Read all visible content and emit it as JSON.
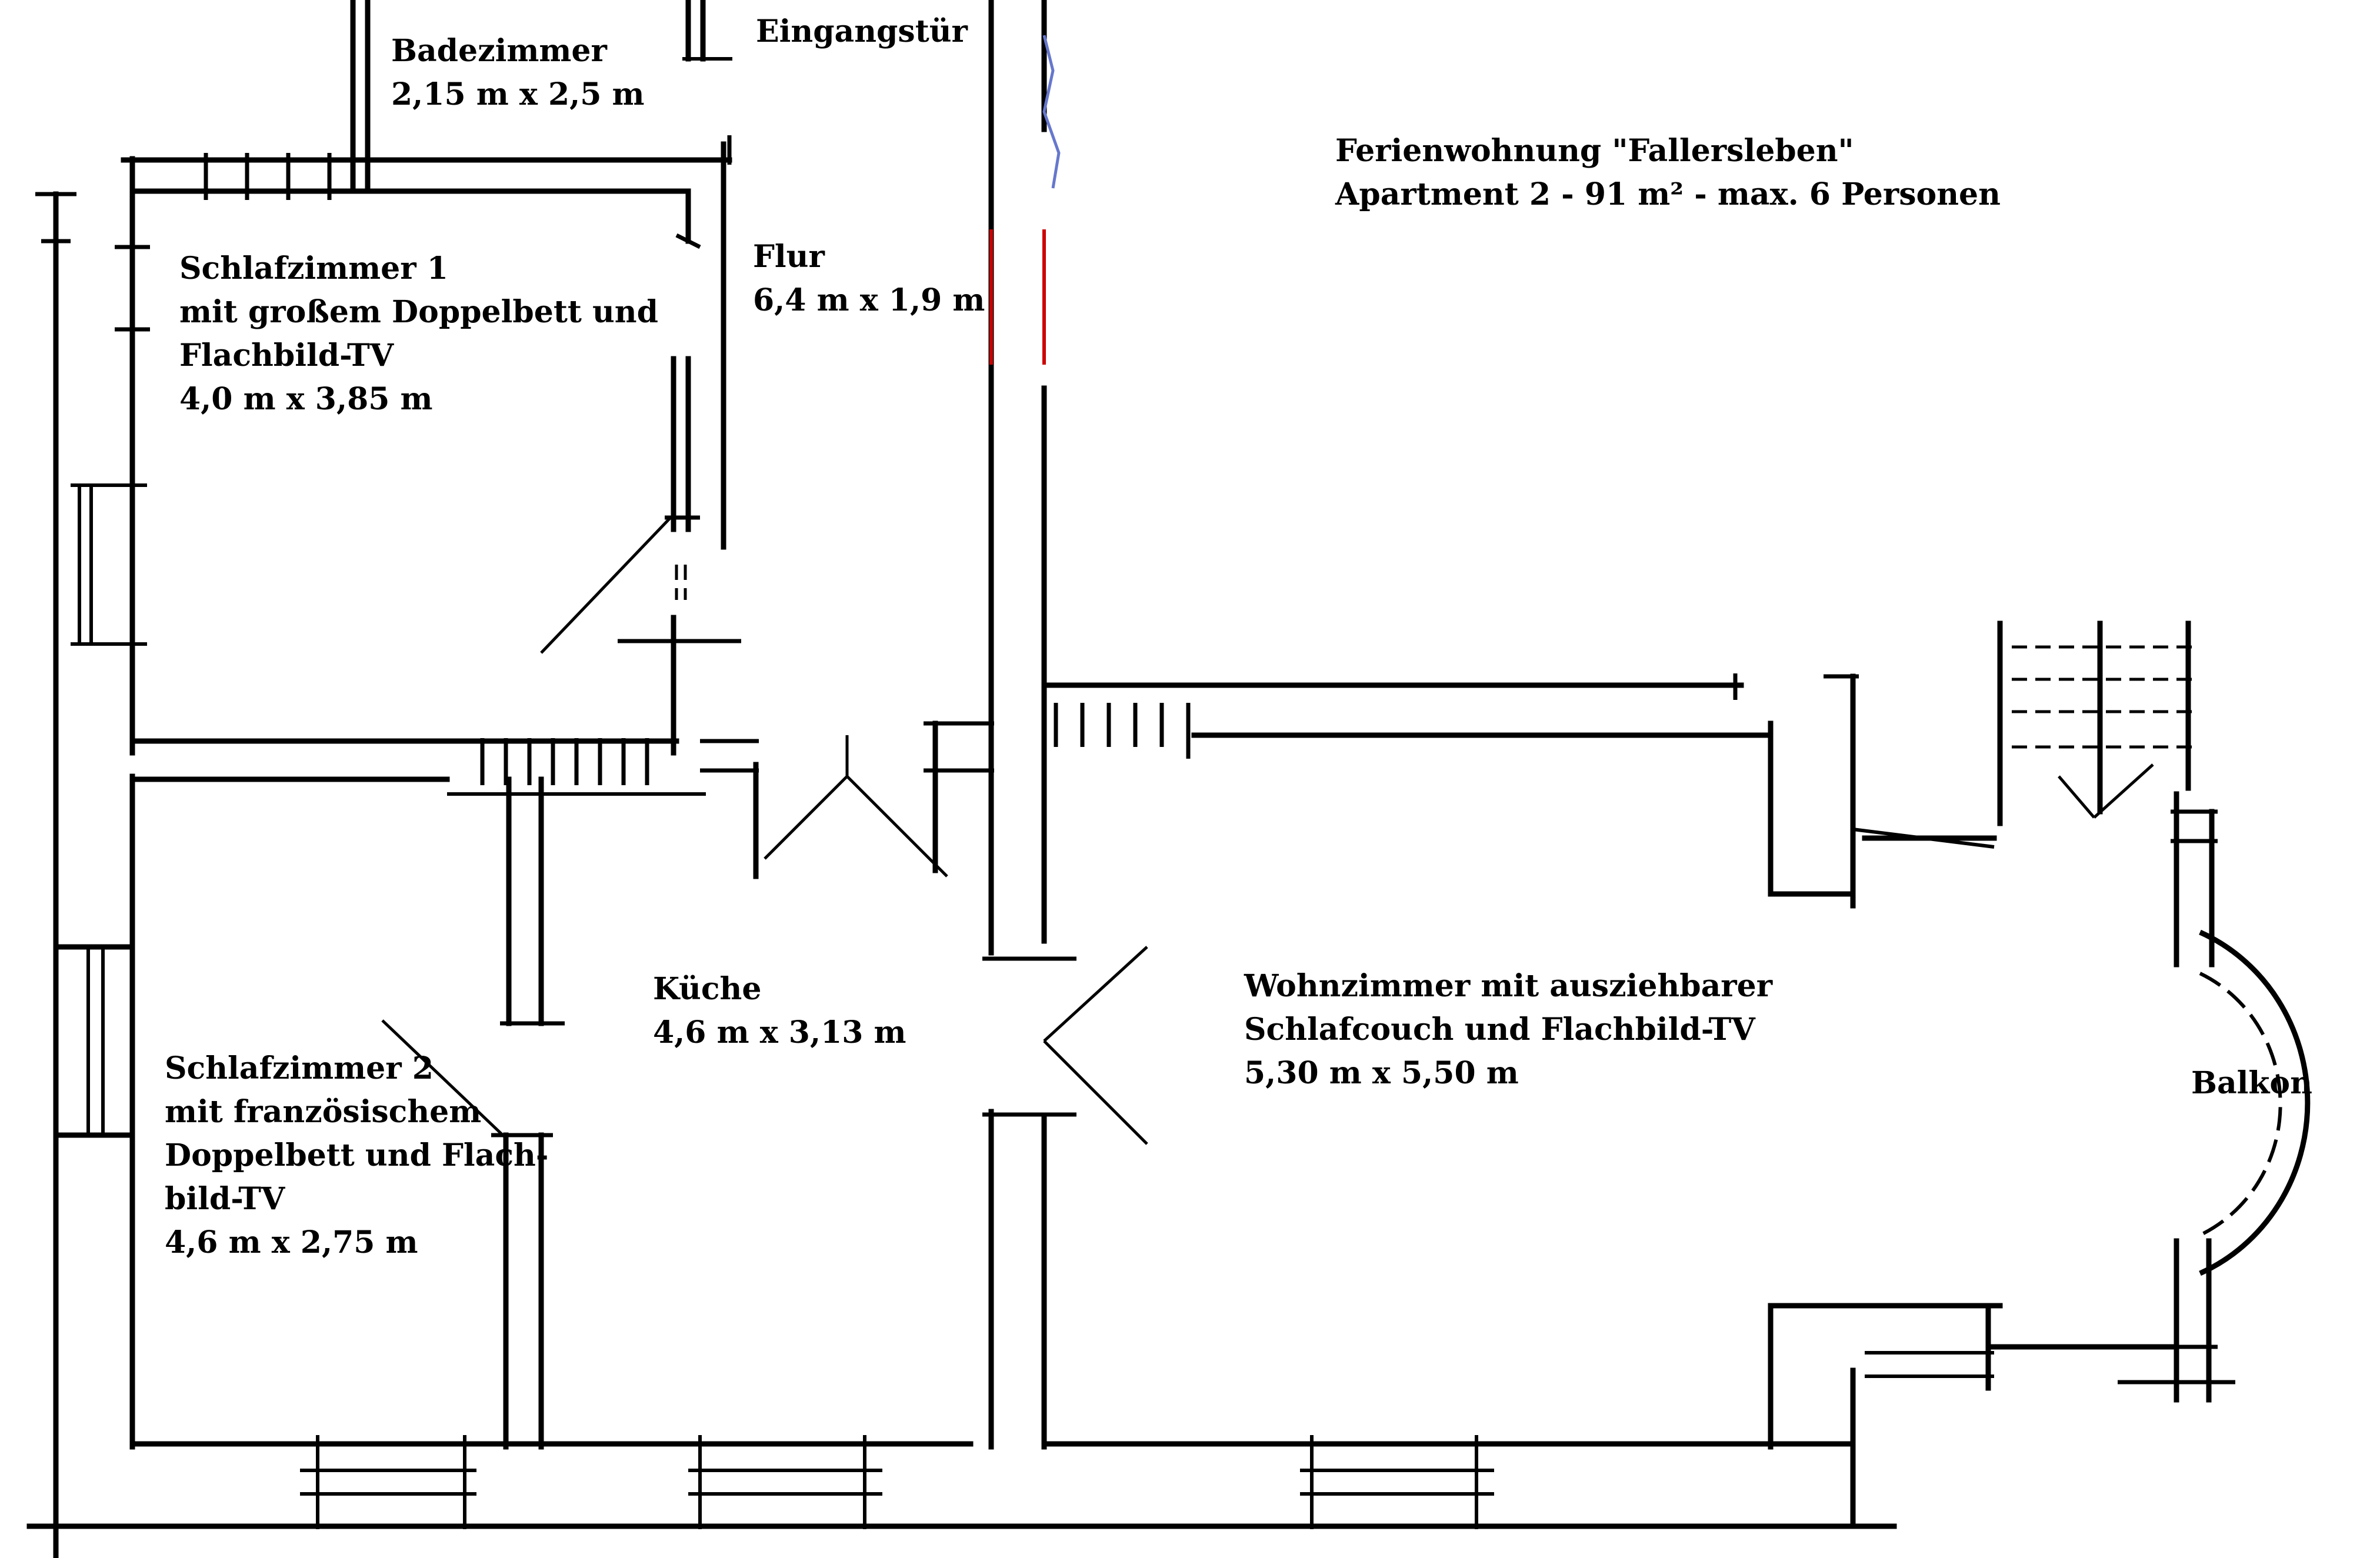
{
  "title": {
    "line1": "Ferienwohnung \"Fallersleben\"",
    "line2": "Apartment 2 - 91 m² - max. 6 Personen"
  },
  "rooms": {
    "badezimmer": {
      "name": "Badezimmer",
      "size": "2,15 m x 2,5 m"
    },
    "eingang": {
      "name": "Eingangstür"
    },
    "flur": {
      "name": "Flur",
      "size": "6,4 m x 1,9 m"
    },
    "schlafzimmer1": {
      "name": "Schlafzimmer 1",
      "line2": "mit großem Doppelbett und",
      "line3": "Flachbild-TV",
      "size": "4,0 m x 3,85 m"
    },
    "kueche": {
      "name": "Küche",
      "size": "4,6 m x 3,13 m"
    },
    "schlafzimmer2": {
      "name": "Schlafzimmer 2",
      "line2": "mit französischem",
      "line3": "Doppelbett und Flach-",
      "line4": "bild-TV",
      "size": "4,6 m x 2,75 m"
    },
    "wohnzimmer": {
      "name": "Wohnzimmer mit ausziehbarer",
      "line2": "Schlafcouch und Flachbild-TV",
      "size": "5,30 m x 5,50 m"
    },
    "balkon": {
      "name": "Balkon"
    }
  }
}
